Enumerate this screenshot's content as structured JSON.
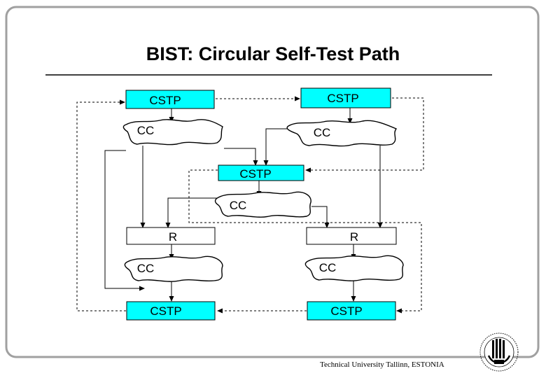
{
  "slide": {
    "title": "BIST: Circular Self-Test Path",
    "footer": "Technical University Tallinn, ESTONIA"
  },
  "diagram": {
    "cstp_top_left": "CSTP",
    "cstp_top_right": "CSTP",
    "cc_top_left": "CC",
    "cc_top_right": "CC",
    "cstp_middle": "CSTP",
    "cc_middle": "CC",
    "r_left": "R",
    "r_right": "R",
    "cc_bottom_left": "CC",
    "cc_bottom_right": "CC",
    "cstp_bottom_left": "CSTP",
    "cstp_bottom_right": "CSTP"
  },
  "colors": {
    "cstp_fill": "#00ffff",
    "background": "#ffffff",
    "frame": "#a0a0a0"
  },
  "icons": [
    "university-logo-icon"
  ]
}
